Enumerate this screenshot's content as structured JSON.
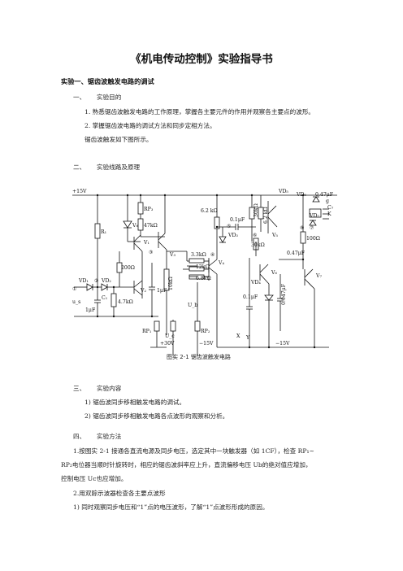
{
  "doc": {
    "title": "《机电传动控制》实验指导书",
    "exp1_heading": "实验一、锯齿波触发电路的调试",
    "sec1_num": "一、",
    "sec1_title": "实验目的",
    "sec1_item1": "1. 熟悉锯齿波触发电路的工作原理，掌握各主要元件的作用并观察各主要点的波形。",
    "sec1_item2": "2. 掌握锯齿波电路的调试方法和同步定相方法。",
    "sec1_note": "锯齿波触发如下图所示。",
    "sec2_num": "二、",
    "sec2_title": "实验线路及原理",
    "figure_caption": "图实 2-1   锯齿波触发电路",
    "sec3_num": "三、",
    "sec3_title": "实验内容",
    "sec3_item1": "1)   锯齿波同步移相触发电路的调试。",
    "sec3_item2": "2)   锯齿波同步移相触发电路各点波形的观察和分析。",
    "sec4_num": "四、",
    "sec4_title": "实验方法",
    "sec4_p1_l1": "1.按图实 2-1 接通各直流电源及同步电压，选定其中一块触发器（如 1CF），检查 RP₁~",
    "sec4_p1_l2": "RP₂电位器当顺时针旋转时，相应的锯齿波斜率应上升，直流偏移电压 Ub的绝对值应增加，",
    "sec4_p1_l3": "控制电压 Uc也应增加。",
    "sec4_p2": "2.用双踪示波器检查各主要点波形",
    "sec4_p2_item1": "1)    同时观察同步电压和“1”点的电压波形，了解“1”点波形形成的原因。"
  },
  "circuit": {
    "supply_pos15": "+15V",
    "supply_pos30": "+30V",
    "supply_neg15a": "−15V",
    "supply_neg15b": "−15V",
    "r1": "R₁",
    "rp3": "RP₃",
    "r47k": "47kΩ",
    "v8": "V₈",
    "v1": "V₁",
    "v2": "V₂",
    "v3": "V₃",
    "v4": "V₄",
    "v5": "V₅",
    "v6": "V₆",
    "v7": "V₇",
    "vd1": "VD₁",
    "vd2": "VD₂",
    "vd3": "VD₃",
    "vd4": "VD₄",
    "vd5": "VD₅",
    "vd6": "VD₆",
    "vd7": "VD₇",
    "c1": "C₁",
    "c7": "C₇",
    "r200": "200Ω",
    "r47": "4.7kΩ",
    "c1uf_a": "1μF",
    "c1uf_b": "1μF",
    "r10k": "10kΩ",
    "r62k_a": "6.2 kΩ",
    "c01uf_a": "0.1μF",
    "r33k": "3.3kΩ",
    "r12k": "12kΩ",
    "r68k": "6.8kΩ",
    "r30k_a": "30kΩ",
    "r30k_b": "30kΩ",
    "r62k_b": "6.2 kΩ",
    "r100": "100Ω",
    "c047_a": "0.47μF",
    "c047_b": "0.47μF",
    "c047_c": "0.047μF",
    "c01uf_b": "0.1μF",
    "rp1": "RP₁",
    "rp2": "RP₂",
    "uc": "U_c",
    "ub": "U_b",
    "us": "u_s",
    "x": "X",
    "y": "Y",
    "g": "g",
    "k": "K",
    "n1": "①",
    "n2": "②",
    "n3": "③",
    "n4": "④",
    "n5": "⑤",
    "n6": "⑥",
    "n7": "⑦",
    "n8": "⑧"
  }
}
